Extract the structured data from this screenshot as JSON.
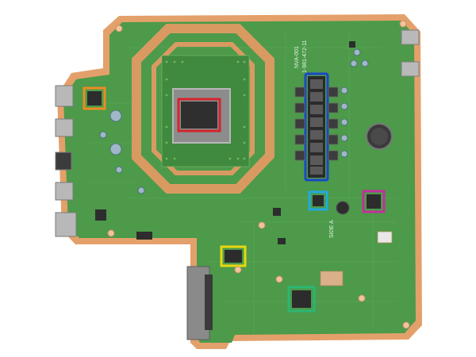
{
  "photo": {
    "subject": "",
    "silkscreen": {
      "model": "NVA-001",
      "part_number": "1-981-472-11",
      "side_label": "SIDE A"
    },
    "colors": {
      "background": "#ffffff",
      "board_green": "#4c9a4a",
      "board_edge": "#e4a06a",
      "copper_ring": "#d99a62",
      "highlight_red": "#d5232a",
      "highlight_orange": "#ef8a22",
      "highlight_blue": "#1b46c8",
      "highlight_cyan": "#22a8e0",
      "highlight_magenta": "#c2309a",
      "highlight_yellow": "#e8d80e",
      "highlight_green": "#2bb673"
    },
    "highlights": [
      {
        "color": "red",
        "marks": "SoC die"
      },
      {
        "color": "orange",
        "marks": "left chip"
      },
      {
        "color": "blue",
        "marks": "memory column"
      },
      {
        "color": "cyan",
        "marks": "small IC"
      },
      {
        "color": "magenta",
        "marks": "right IC"
      },
      {
        "color": "yellow",
        "marks": "lower IC"
      },
      {
        "color": "green",
        "marks": "bottom IC"
      }
    ]
  }
}
